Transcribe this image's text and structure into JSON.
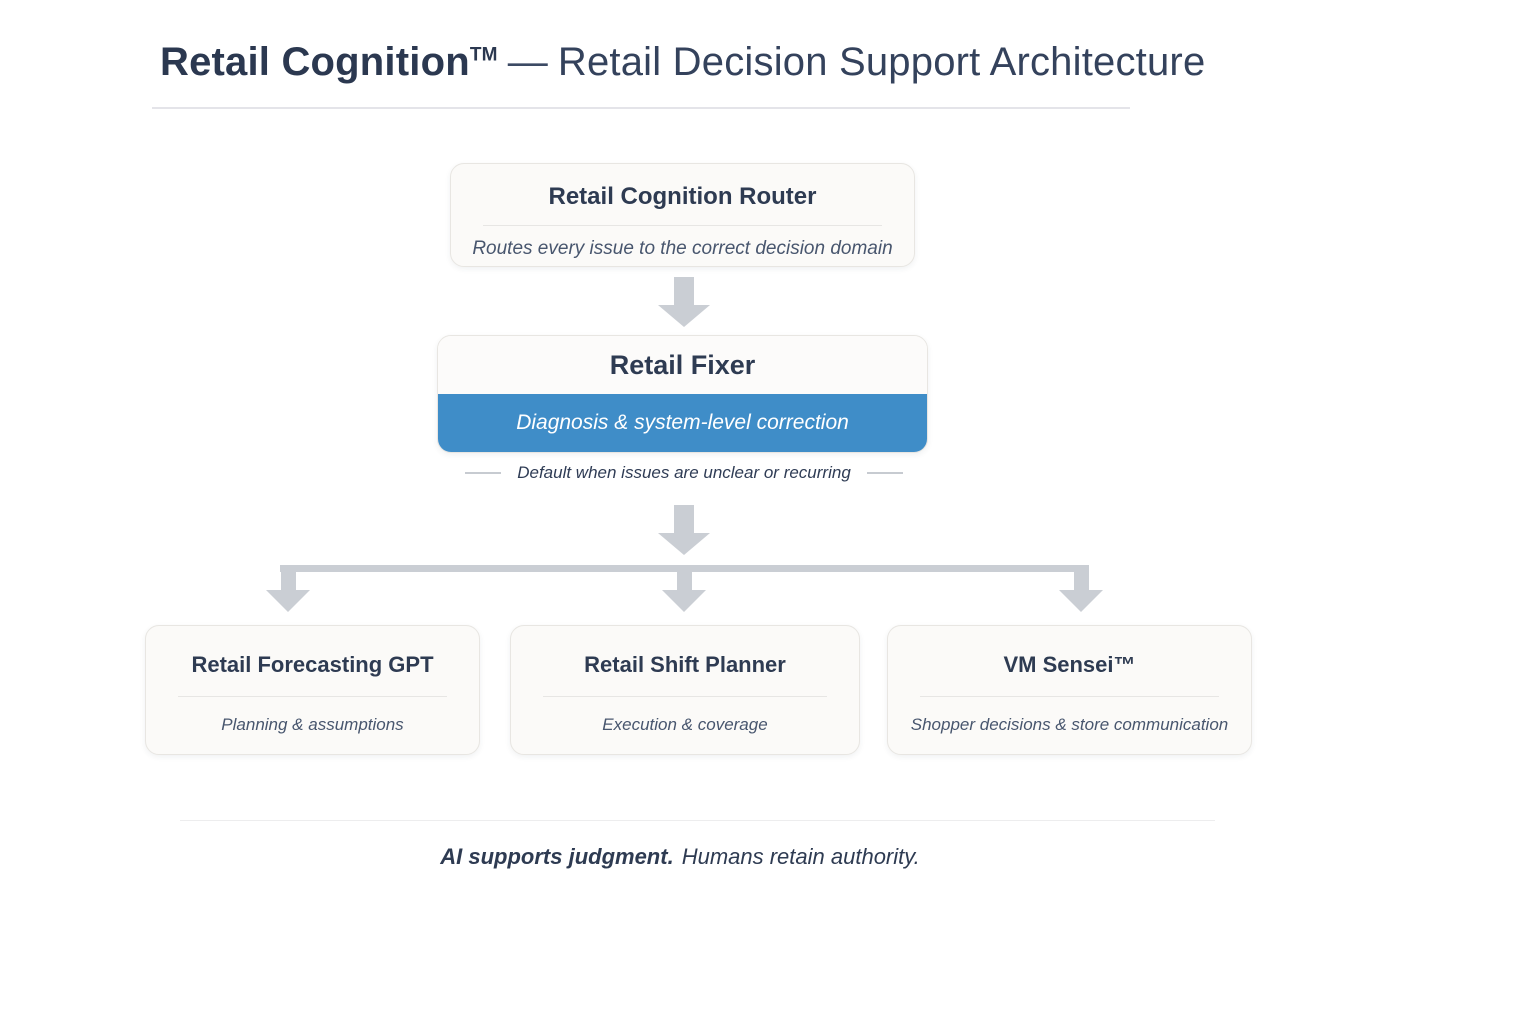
{
  "title": {
    "brand": "Retail Cognition",
    "tm": "TM",
    "separator": "—",
    "rest": "Retail Decision Support Architecture"
  },
  "router": {
    "title": "Retail Cognition Router",
    "subtitle": "Routes every issue to the correct decision domain"
  },
  "fixer": {
    "title": "Retail Fixer",
    "band_label": "Diagnosis & system-level correction",
    "caption": "Default when issues are unclear or recurring"
  },
  "children": [
    {
      "title": "Retail Forecasting GPT",
      "subtitle": "Planning & assumptions"
    },
    {
      "title": "Retail Shift Planner",
      "subtitle": "Execution & coverage"
    },
    {
      "title": "VM Sensei™",
      "subtitle": "Shopper decisions & store communication"
    }
  ],
  "footer": {
    "bold": "AI supports judgment.",
    "regular": "Humans retain authority."
  },
  "icons": {
    "down_arrows": "block-arrow-down-icon"
  },
  "colors": {
    "accent_blue": "#3f8dc8",
    "arrow_gray": "#caced4",
    "text_navy": "#2e3b52",
    "box_background": "#fbfaf8"
  }
}
